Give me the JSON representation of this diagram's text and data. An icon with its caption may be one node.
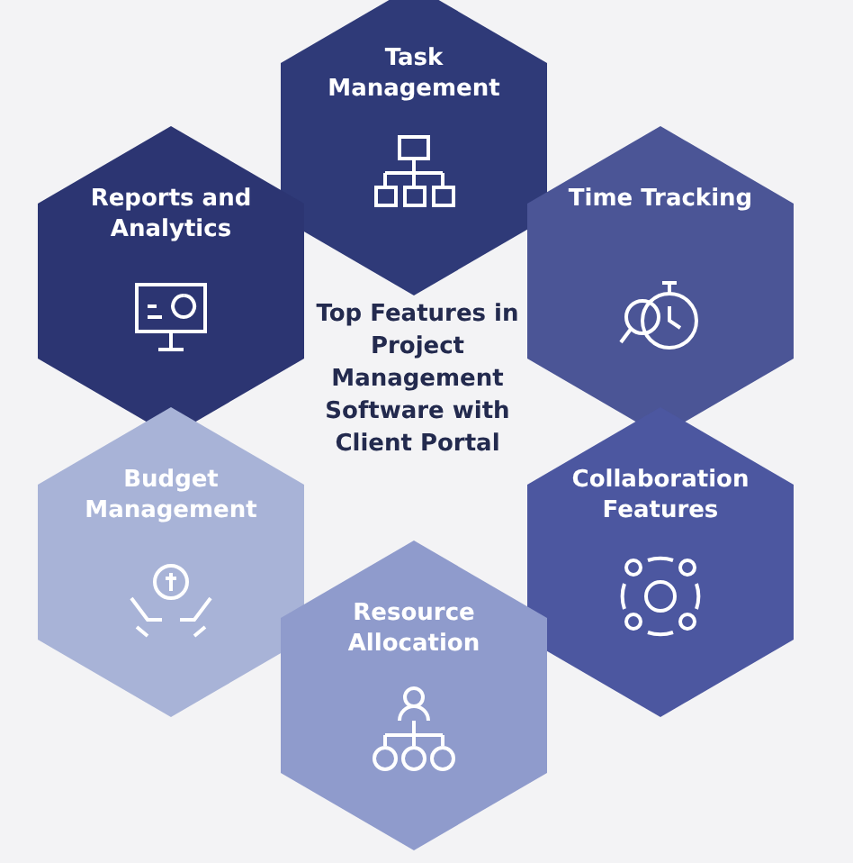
{
  "diagram": {
    "title": "Top Features in Project Management Software with Client Portal",
    "nodes": [
      {
        "text": [
          "Task Management"
        ]
      },
      {
        "text": [
          "Reports and Analytics"
        ]
      },
      {
        "text": [
          "Time Tracking"
        ]
      },
      {
        "text": [
          "Budget Management"
        ]
      },
      {
        "text": [
          "Collaboration Features"
        ]
      },
      {
        "text": [
          "Resource Allocation"
        ]
      }
    ]
  }
}
